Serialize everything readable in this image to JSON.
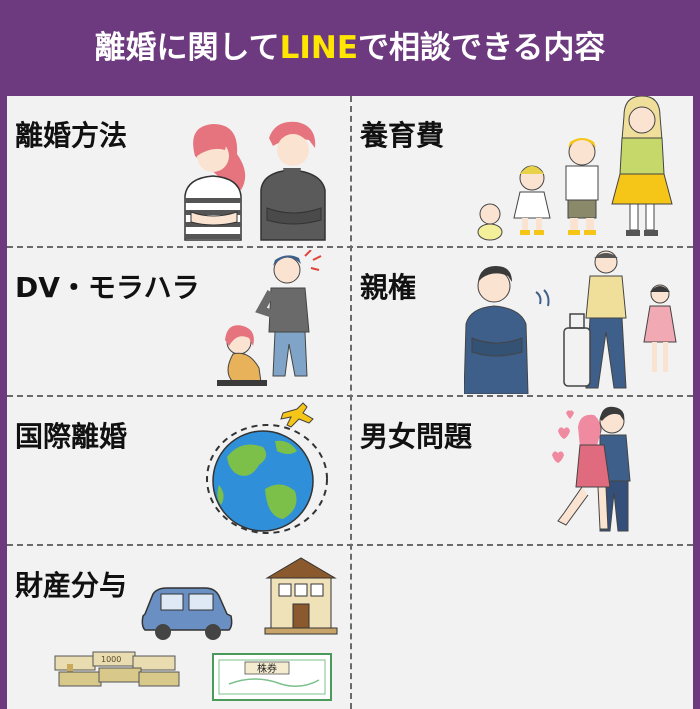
{
  "header": {
    "title_part1": "離婚に関して",
    "title_highlight": "LINE",
    "title_part2": "で相談できる内容",
    "colors": {
      "background": "#6e3a7f",
      "text": "#ffffff",
      "highlight": "#ffe600"
    }
  },
  "topics": [
    {
      "label": "離婚方法",
      "icon": "arguing-couple-illustration"
    },
    {
      "label": "養育費",
      "icon": "growing-children-illustration"
    },
    {
      "label": "DV・モラハラ",
      "icon": "domestic-violence-illustration"
    },
    {
      "label": "親権",
      "icon": "custody-parent-child-illustration"
    },
    {
      "label": "国際離婚",
      "icon": "globe-airplane-illustration"
    },
    {
      "label": "男女問題",
      "icon": "embracing-couple-illustration"
    },
    {
      "label": "財産分与",
      "icon": "car-house-money-stock-illustration"
    }
  ],
  "illustration_text": {
    "stock_certificate": "株券",
    "money_band": "1000"
  }
}
